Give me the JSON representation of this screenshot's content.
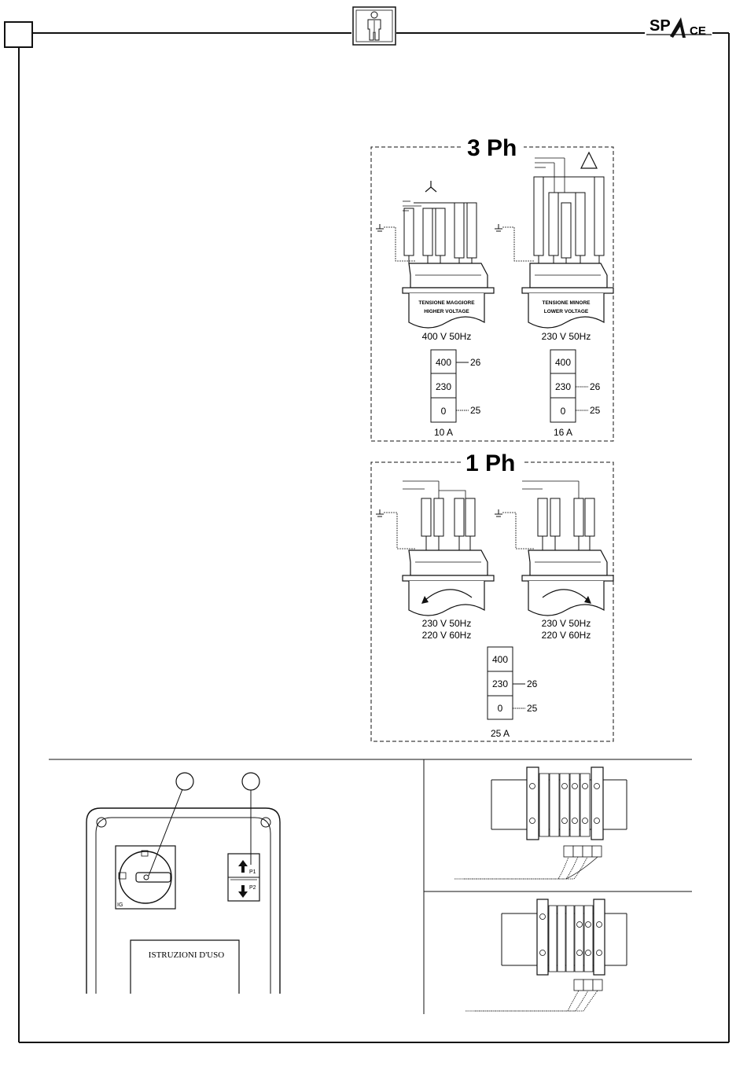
{
  "brand": {
    "logo_text_left": "SP",
    "logo_text_right": "CE"
  },
  "header": {
    "operator_icon": "operator-person-icon"
  },
  "three_phase": {
    "title": "3 Ph",
    "star": {
      "symbol": "star-connection-icon",
      "plate_line1": "TENSIONE MAGGIORE",
      "plate_line2": "HIGHER VOLTAGE",
      "voltage": "400 V 50Hz",
      "terminals": [
        "400",
        "230",
        "0"
      ],
      "terminal_numbers": [
        "26",
        "25"
      ],
      "fuse": "10 A"
    },
    "delta": {
      "symbol": "delta-connection-icon",
      "plate_line1": "TENSIONE MINORE",
      "plate_line2": "LOWER VOLTAGE",
      "voltage": "230 V 50Hz",
      "terminals": [
        "400",
        "230",
        "0"
      ],
      "terminal_numbers": [
        "26",
        "25"
      ],
      "fuse": "16 A"
    }
  },
  "single_phase": {
    "title": "1 Ph",
    "left": {
      "voltage1": "230 V 50Hz",
      "voltage2": "220 V 60Hz"
    },
    "right": {
      "voltage1": "230 V 50Hz",
      "voltage2": "220 V 60Hz"
    },
    "terminals": [
      "400",
      "230",
      "0"
    ],
    "terminal_numbers": [
      "26",
      "25"
    ],
    "fuse": "25 A"
  },
  "control_panel": {
    "manual_label": "ISTRUZIONI D'USO",
    "switch_label": "IG",
    "button_up": "P1",
    "button_down": "P2"
  }
}
